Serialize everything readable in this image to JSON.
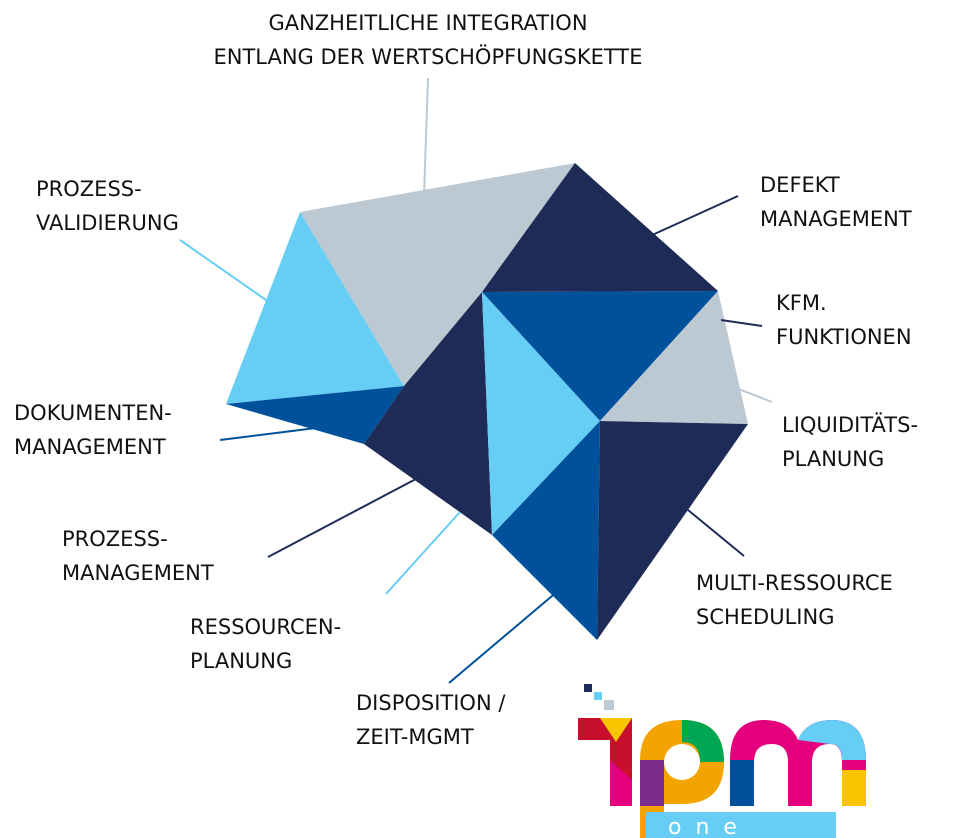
{
  "colors": {
    "navy": "#1f2b57",
    "blue": "#00519b",
    "light_blue": "#66cdf5",
    "grey": "#bcc8d2",
    "text": "#111111"
  },
  "labels": {
    "integration": {
      "line1": "GANZHEITLICHE INTEGRATION",
      "line2": "ENTLANG DER WERTSCHÖPFUNGSKETTE"
    },
    "validation": {
      "line1": "PROZESS-",
      "line2": "VALIDIERUNG"
    },
    "defect": {
      "line1": "DEFEKT",
      "line2": "MANAGEMENT"
    },
    "kfm": {
      "line1": "KFM.",
      "line2": "FUNKTIONEN"
    },
    "liquidity": {
      "line1": "LIQUIDITÄTS-",
      "line2": "PLANUNG"
    },
    "documents": {
      "line1": "DOKUMENTEN-",
      "line2": "MANAGEMENT"
    },
    "process_mgmt": {
      "line1": "PROZESS-",
      "line2": "MANAGEMENT"
    },
    "multi_resource": {
      "line1": "MULTI-RESSOURCE",
      "line2": "SCHEDULING"
    },
    "resources": {
      "line1": "RESSOURCEN-",
      "line2": "PLANUNG"
    },
    "disposition": {
      "line1": "DISPOSITION /",
      "line2": "ZEIT-MGMT"
    }
  },
  "logo": {
    "brand": "1pm",
    "word": "one"
  }
}
